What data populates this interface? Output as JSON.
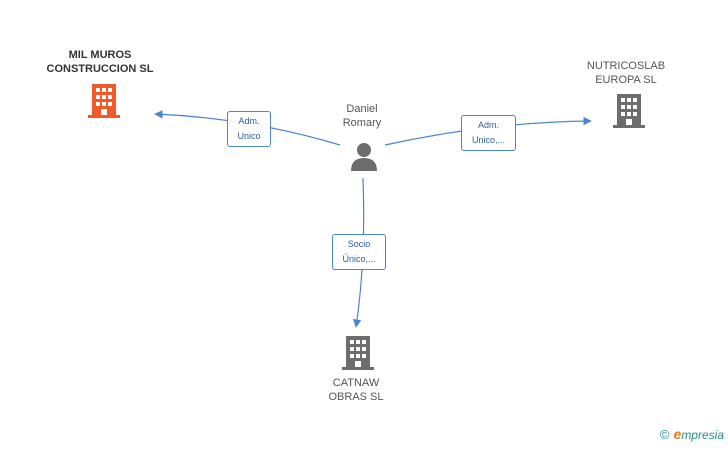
{
  "colors": {
    "edge": "#4a86cf",
    "highlight_building": "#f05a28",
    "building": "#6d6d6d",
    "person": "#6d6d6d"
  },
  "person": {
    "name_line1": "Daniel",
    "name_line2": "Romary",
    "icon": "person-icon"
  },
  "companies": {
    "mil_muros": {
      "line1": "MIL MUROS",
      "line2": "CONSTRUCCION SL",
      "icon": "building-icon"
    },
    "nutricoslab": {
      "line1": "NUTRICOSLAB",
      "line2": "EUROPA SL",
      "icon": "building-icon"
    },
    "catnaw": {
      "line1": "CATNAW",
      "line2": "OBRAS SL",
      "icon": "building-icon"
    }
  },
  "edges": {
    "to_mil_muros": {
      "line1": "Adm.",
      "line2": "Unico"
    },
    "to_nutricoslab": {
      "line1": "Adm.",
      "line2": "Unico,..."
    },
    "to_catnaw": {
      "line1": "Socio",
      "line2": "Único,..."
    }
  },
  "footer": {
    "copyright": "©",
    "brand_e": "e",
    "brand_rest": "mpresia"
  }
}
